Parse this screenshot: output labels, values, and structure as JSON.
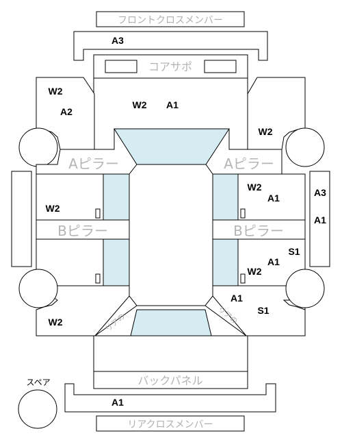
{
  "labels": {
    "front_cross_member": "フロントクロスメンバー",
    "core_support": "コアサポ",
    "a_pillar_left": "Aピラー",
    "a_pillar_right": "Aピラー",
    "b_pillar_left": "Bピラー",
    "b_pillar_right": "Bピラー",
    "back_panel": "バックパネル",
    "rear_cross_member": "リアクロスメンバー",
    "spare": "スペア",
    "rear_lights_left": "リアの",
    "rear_lights_right": "リアの"
  },
  "codes": {
    "front_cross": "A3",
    "front_left_fender_w": "W2",
    "front_left_fender_a": "A2",
    "hood_w": "W2",
    "hood_a": "A1",
    "front_right_fender_w": "W2",
    "front_right_door_w": "W2",
    "front_right_door_a": "A1",
    "right_side_a3": "A3",
    "right_side_a1": "A1",
    "front_left_door_w": "W2",
    "rear_right_door_s": "S1",
    "rear_right_door_a": "A1",
    "rear_right_door_w": "W2",
    "rear_right_quarter_a": "A1",
    "rear_right_quarter_s": "S1",
    "rear_left_quarter_w": "W2",
    "rear_cross": "A1"
  },
  "colors": {
    "glass": "#d6ecf3",
    "outline": "#000000",
    "gray_text": "#b0b0b0"
  }
}
